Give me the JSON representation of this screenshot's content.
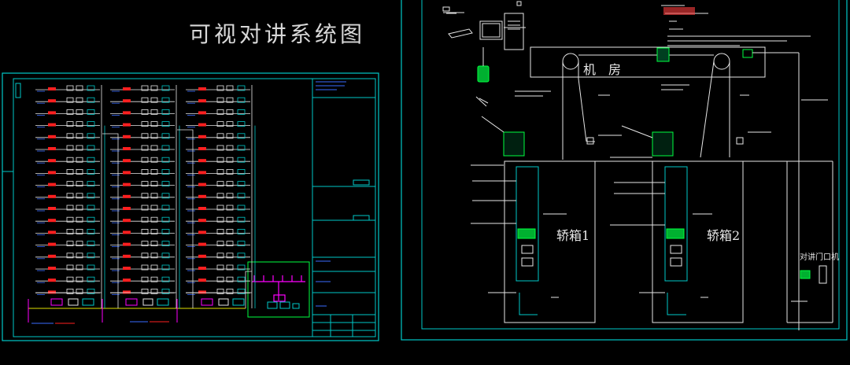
{
  "title": "可视对讲系统图",
  "machine_room": {
    "char_a": "机",
    "char_b": "房"
  },
  "car_labels": [
    "轿箱1",
    "轿箱2"
  ],
  "door_label": "对讲门口机",
  "colors": {
    "background": "#000000",
    "frame": "#00c8c8",
    "wire": "#e6e6e6",
    "module": "#00ff40",
    "accent": "#ff00ff",
    "tag_red": "#ff2020",
    "text_blue": "#3a6cff",
    "bus_yellow": "#e0e000"
  },
  "left_sheet": {
    "rows_per_column": 18,
    "columns": 3
  }
}
